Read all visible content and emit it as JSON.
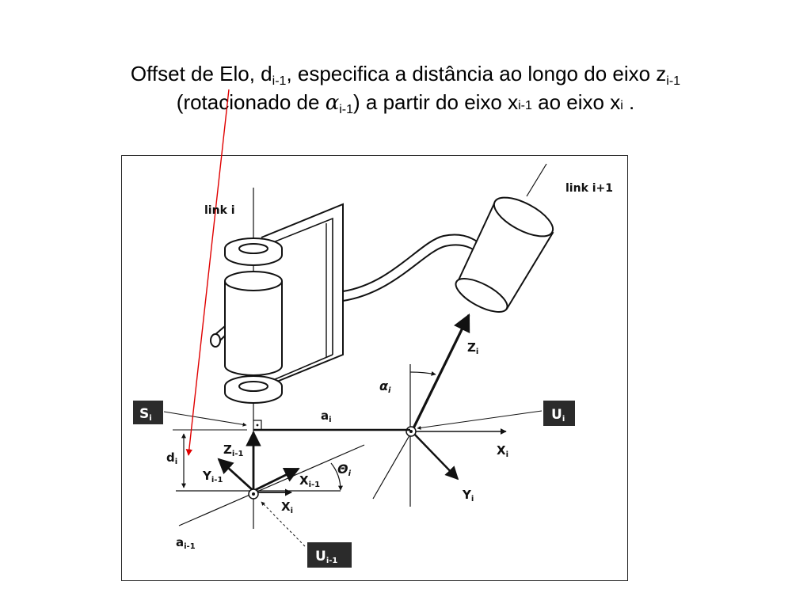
{
  "slide": {
    "title_line1": {
      "part1": "Offset de Elo, d",
      "sub1": "i-1",
      "part2": ", especifica a distância ao longo do eixo z",
      "sub2": "i-1"
    },
    "title_line2": {
      "part1": "(rotacionado de ",
      "alpha": "α",
      "sub1": "i-1",
      "part2": ") a partir do eixo  x",
      "sub2": "i-1",
      "part3": "  ao eixo x",
      "sub3": "i",
      "part4": " ."
    }
  },
  "diagram": {
    "link_i": "link i",
    "link_i1": "link i+1",
    "S": "S",
    "S_sub": "i",
    "U": "U",
    "U_sub": "i",
    "U_prev": "U",
    "U_prev_sub": "i-1",
    "a": "a",
    "a_sub": "i",
    "a_prev": "a",
    "a_prev_sub": "i-1",
    "d": "d",
    "d_sub": "i",
    "Z": "Z",
    "Z_sub": "i",
    "Z_prev": "Z",
    "Z_prev_sub": "i-1",
    "X": "X",
    "X_sub": "i",
    "X_prev": "X",
    "X_prev_sub": "i-1",
    "X_prev2": "X",
    "X_prev2_sub": "i",
    "Y": "Y",
    "Y_sub": "i",
    "Y_prev": "Y",
    "Y_prev_sub": "i-1",
    "alpha": "α",
    "alpha_sub": "i",
    "theta": "Θ",
    "theta_sub": "i",
    "colors": {
      "annotation_arrow": "#e00000",
      "label_box": "#2b2b2b"
    }
  }
}
